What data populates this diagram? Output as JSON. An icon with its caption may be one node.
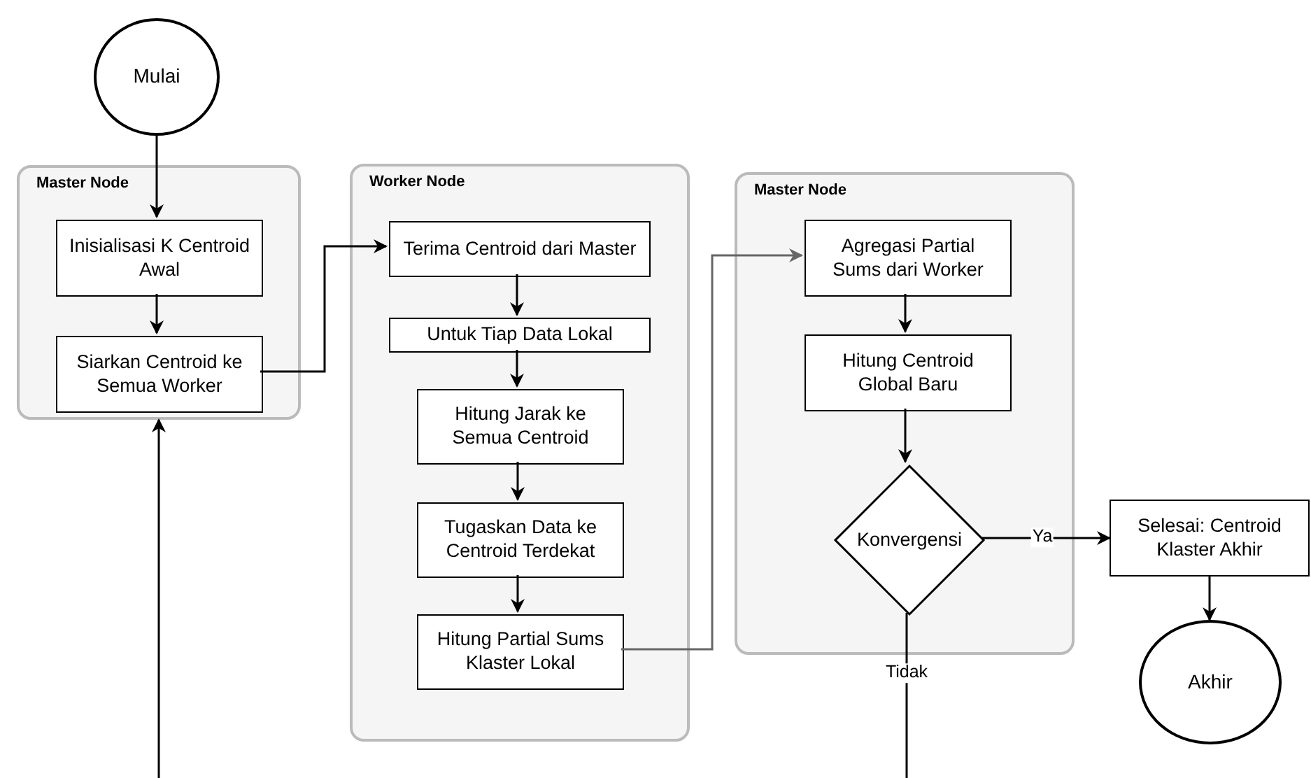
{
  "diagram": {
    "nodes": [
      {
        "text": [
          "Mulai"
        ]
      },
      {
        "text": [
          "Master Node"
        ]
      },
      {
        "text": [
          "Inisialisasi K Centroid Awal"
        ],
        "in": 1
      },
      {
        "text": [
          "Siarkan Centroid ke Semua Worker"
        ],
        "in": 1
      },
      {
        "text": [
          "Worker Node"
        ]
      },
      {
        "text": [
          "Terima Centroid dari Master"
        ],
        "in": 4
      },
      {
        "text": [
          "Untuk Tiap Data Lokal"
        ],
        "in": 4
      },
      {
        "text": [
          "Hitung Jarak ke Semua Centroid"
        ],
        "in": 4
      },
      {
        "text": [
          "Tugaskan Data ke Centroid Terdekat"
        ],
        "in": 4
      },
      {
        "text": [
          "Hitung Partial Sums Klaster Lokal"
        ],
        "in": 4
      },
      {
        "text": [
          "Master Node"
        ]
      },
      {
        "text": [
          "Agregasi Partial Sums dari Worker"
        ],
        "in": 10
      },
      {
        "text": [
          "Hitung Centroid Global Baru"
        ],
        "in": 10
      },
      {
        "text": [
          "Konvergensi"
        ],
        "in": 10
      },
      {
        "text": [
          "Selesai: Centroid Klaster Akhir"
        ]
      },
      {
        "text": [
          "Akhir"
        ]
      }
    ],
    "edges": [
      {
        "from": 0,
        "to": 2,
        "arrow": "to"
      },
      {
        "from": 2,
        "to": 3,
        "arrow": "to"
      },
      {
        "from": 3,
        "to": 5,
        "arrow": "to"
      },
      {
        "from": 5,
        "to": 6,
        "arrow": "to"
      },
      {
        "from": 6,
        "to": 7,
        "arrow": "to"
      },
      {
        "from": 7,
        "to": 8,
        "arrow": "to"
      },
      {
        "from": 8,
        "to": 9,
        "arrow": "to"
      },
      {
        "from": 9,
        "to": 11,
        "arrow": "to",
        "color": "#666666"
      },
      {
        "from": 11,
        "to": 12,
        "arrow": "to"
      },
      {
        "from": 12,
        "to": 13,
        "arrow": "to"
      },
      {
        "from": 13,
        "to": 14,
        "arrow": "to",
        "label": "Ya"
      },
      {
        "from": 14,
        "to": 15,
        "arrow": "to"
      },
      {
        "from": 13,
        "to": null,
        "arrow": "none",
        "label": "Tidak"
      },
      {
        "from": null,
        "to": 1,
        "arrow": "to"
      }
    ]
  }
}
